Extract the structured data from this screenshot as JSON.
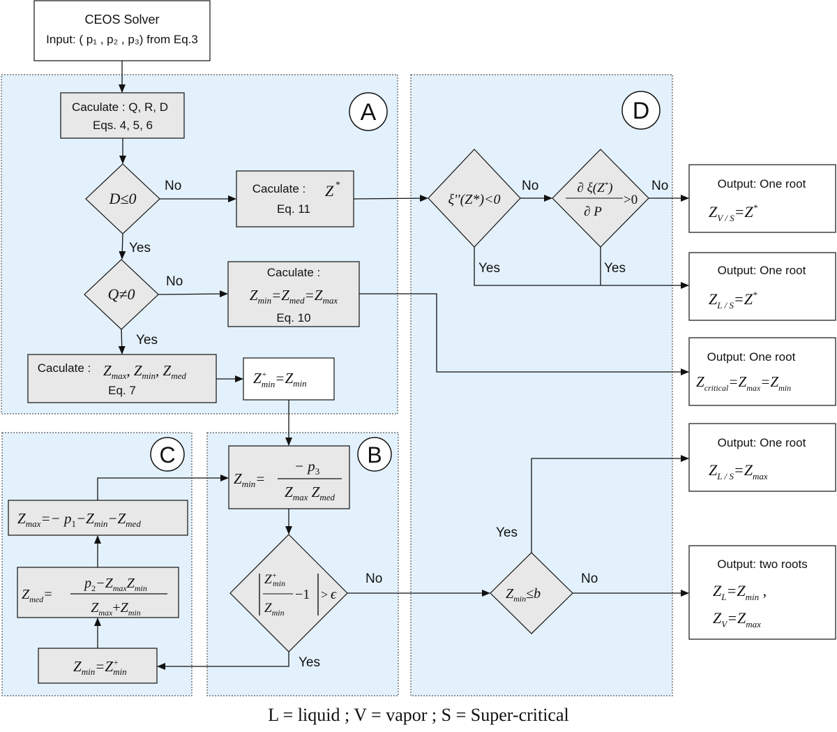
{
  "start": {
    "title": "CEOS Solver",
    "input": "Input: ( p₁ , p₂ , p₃) from Eq.3"
  },
  "regions": {
    "a": "A",
    "b": "B",
    "c": "C",
    "d": "D"
  },
  "boxes": {
    "calc_qrd": {
      "line1": "Caculate :   Q, R, D",
      "line2": "Eqs. 4, 5, 6"
    },
    "calc_zstar": {
      "label": "Caculate :",
      "math": "Z",
      "sup": "*",
      "eq": "Eq. 11"
    },
    "calc_eq10": {
      "label": "Caculate :",
      "eq": "Eq. 10"
    },
    "calc_eq7": {
      "label": "Caculate :",
      "eq": "Eq. 7"
    }
  },
  "decisions": {
    "d_le_0": "D≤0",
    "q_ne_0": "Q≠0",
    "xi_second": "ξ''(Z*)<0",
    "z_min_le_b": "≤b"
  },
  "labels": {
    "yes": "Yes",
    "no": "No",
    "eps": "ϵ"
  },
  "outputs": {
    "one_root": "Output:  One root",
    "two_roots": "Output: two roots"
  },
  "legend": "L = liquid ; V = vapor ; S = Super-critical"
}
